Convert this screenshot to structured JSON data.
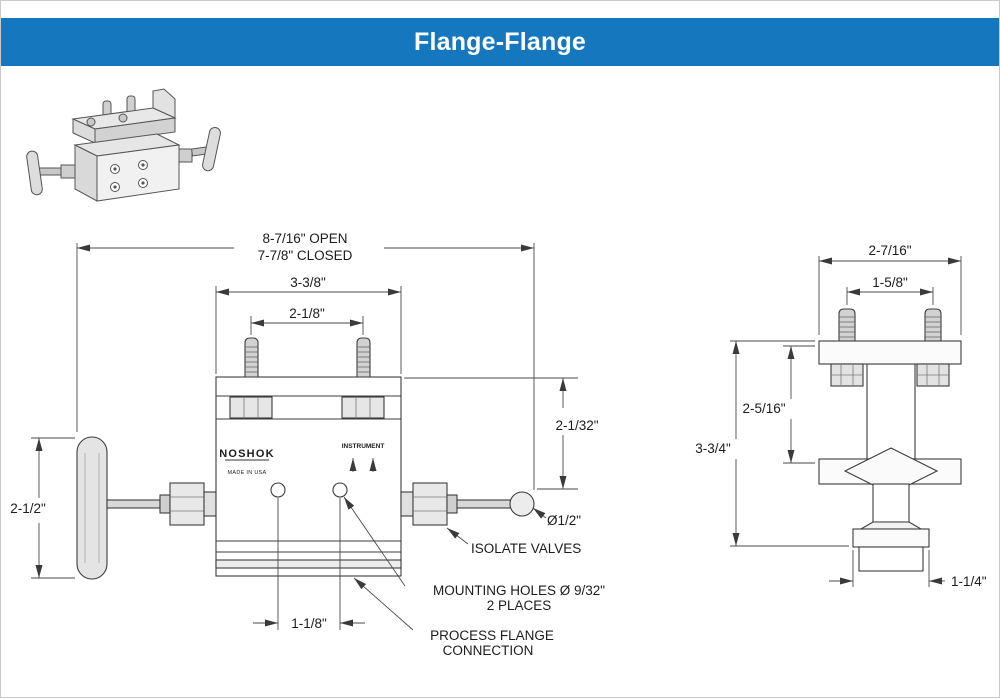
{
  "header": {
    "title": "Flange-Flange"
  },
  "colors": {
    "accent": "#1578be"
  },
  "front": {
    "dim_open": "8-7/16\" OPEN",
    "dim_closed": "7-7/8\" CLOSED",
    "dim_width": "3-3/8\"",
    "dim_stud_spacing": "2-1/8\"",
    "dim_height": "2-1/32\"",
    "dim_handle_height": "2-1/2\"",
    "dim_hole_spacing": "1-1/8\"",
    "dim_handle_dia": "Ø1/2\"",
    "label_isolate": "ISOLATE VALVES",
    "label_mounting_1": "MOUNTING HOLES Ø 9/32\"",
    "label_mounting_2": "2 PLACES",
    "label_process_1": "PROCESS FLANGE",
    "label_process_2": "CONNECTION",
    "brand": "NOSHOK",
    "made_in": "MADE IN USA",
    "instrument_label": "INSTRUMENT"
  },
  "side": {
    "dim_flange_width": "2-7/16\"",
    "dim_stud_spacing": "1-5/8\"",
    "dim_flange_height": "2-5/16\"",
    "dim_total_height": "3-3/4\"",
    "dim_bottom_width": "1-1/4\""
  }
}
